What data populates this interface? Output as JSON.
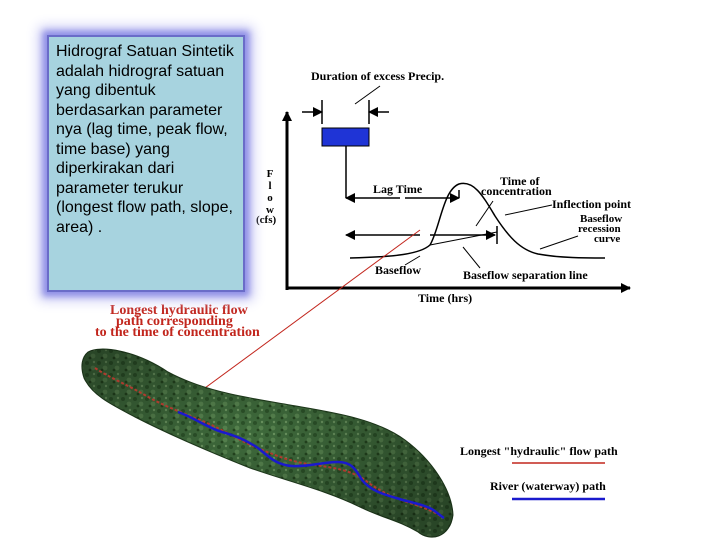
{
  "callout": {
    "text": "Hidrograf Satuan Sintetik adalah hidrograf satuan yang dibentuk berdasarkan parameter nya (lag time, peak flow, time base) yang diperkirakan dari parameter terukur (longest flow path, slope, area) ."
  },
  "hydrograph": {
    "duration_label": "Duration of excess Precip.",
    "y_axis_letters": [
      "F",
      "l",
      "o",
      "w"
    ],
    "y_axis_unit": "(cfs)",
    "x_axis_label": "Time (hrs)",
    "lag_time_label": "Lag Time",
    "time_of_concentration_label": [
      "Time of",
      "concentration"
    ],
    "inflection_point_label": "Inflection point",
    "baseflow_recession_label": [
      "Baseflow",
      "recession",
      "curve"
    ],
    "baseflow_label": "Baseflow",
    "baseflow_separation_label": "Baseflow separation line"
  },
  "watershed": {
    "title_lines": [
      "Longest hydraulic flow",
      "path corresponding",
      "to the time of concentration"
    ]
  },
  "legend": {
    "hydraulic_path_label": "Longest \"hydraulic\" flow path",
    "hydraulic_path_color": "#c2261d",
    "river_path_label": "River (waterway) path",
    "river_path_color": "#1a1acd"
  }
}
